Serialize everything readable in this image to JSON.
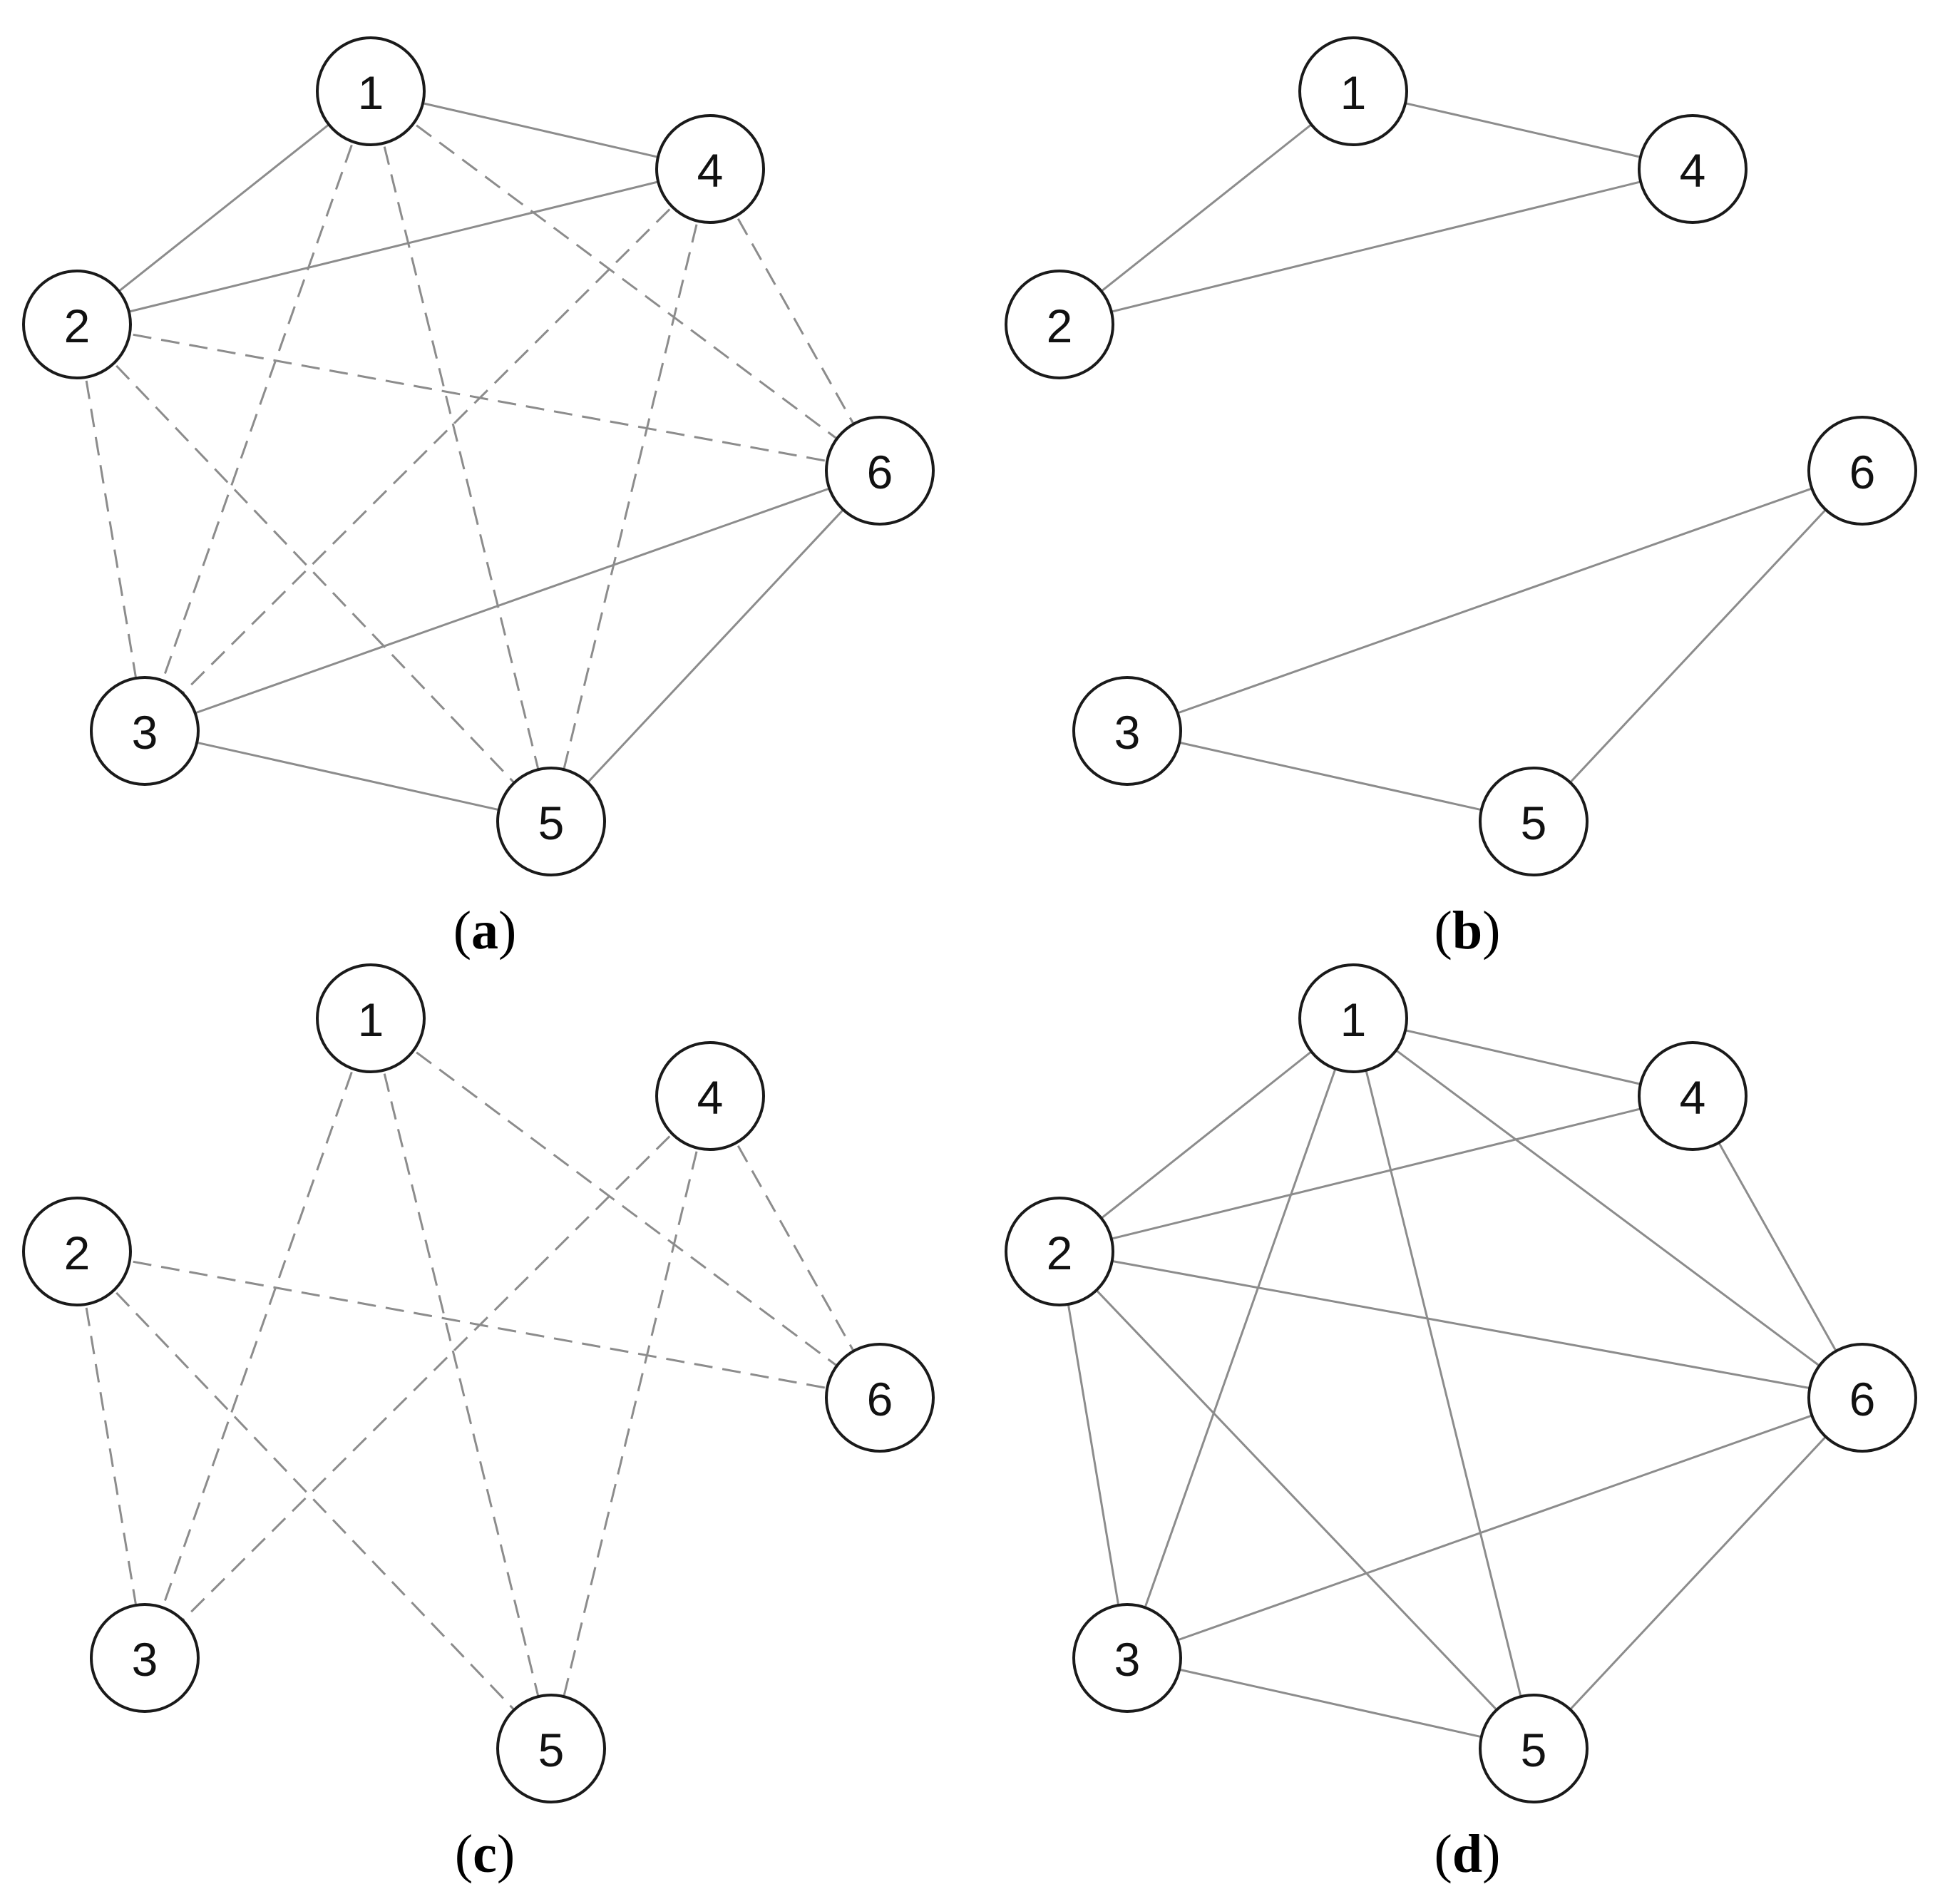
{
  "panels": [
    {
      "caption": "a",
      "nodes": [
        "1",
        "2",
        "3",
        "4",
        "5",
        "6"
      ],
      "edges": [
        {
          "from": "1",
          "to": "2",
          "style": "solid"
        },
        {
          "from": "1",
          "to": "4",
          "style": "solid"
        },
        {
          "from": "2",
          "to": "4",
          "style": "solid"
        },
        {
          "from": "3",
          "to": "5",
          "style": "solid"
        },
        {
          "from": "3",
          "to": "6",
          "style": "solid"
        },
        {
          "from": "5",
          "to": "6",
          "style": "solid"
        },
        {
          "from": "1",
          "to": "3",
          "style": "dashed"
        },
        {
          "from": "1",
          "to": "5",
          "style": "dashed"
        },
        {
          "from": "1",
          "to": "6",
          "style": "dashed"
        },
        {
          "from": "2",
          "to": "3",
          "style": "dashed"
        },
        {
          "from": "2",
          "to": "5",
          "style": "dashed"
        },
        {
          "from": "2",
          "to": "6",
          "style": "dashed"
        },
        {
          "from": "4",
          "to": "3",
          "style": "dashed"
        },
        {
          "from": "4",
          "to": "5",
          "style": "dashed"
        },
        {
          "from": "4",
          "to": "6",
          "style": "dashed"
        }
      ]
    },
    {
      "caption": "b",
      "nodes": [
        "1",
        "2",
        "3",
        "4",
        "5",
        "6"
      ],
      "edges": [
        {
          "from": "1",
          "to": "2",
          "style": "solid"
        },
        {
          "from": "1",
          "to": "4",
          "style": "solid"
        },
        {
          "from": "2",
          "to": "4",
          "style": "solid"
        },
        {
          "from": "3",
          "to": "5",
          "style": "solid"
        },
        {
          "from": "3",
          "to": "6",
          "style": "solid"
        },
        {
          "from": "5",
          "to": "6",
          "style": "solid"
        }
      ]
    },
    {
      "caption": "c",
      "nodes": [
        "1",
        "2",
        "3",
        "4",
        "5",
        "6"
      ],
      "edges": [
        {
          "from": "1",
          "to": "3",
          "style": "dashed"
        },
        {
          "from": "1",
          "to": "5",
          "style": "dashed"
        },
        {
          "from": "1",
          "to": "6",
          "style": "dashed"
        },
        {
          "from": "2",
          "to": "3",
          "style": "dashed"
        },
        {
          "from": "2",
          "to": "5",
          "style": "dashed"
        },
        {
          "from": "2",
          "to": "6",
          "style": "dashed"
        },
        {
          "from": "4",
          "to": "3",
          "style": "dashed"
        },
        {
          "from": "4",
          "to": "5",
          "style": "dashed"
        },
        {
          "from": "4",
          "to": "6",
          "style": "dashed"
        }
      ]
    },
    {
      "caption": "d",
      "nodes": [
        "1",
        "2",
        "3",
        "4",
        "5",
        "6"
      ],
      "edges": [
        {
          "from": "1",
          "to": "2",
          "style": "solid"
        },
        {
          "from": "1",
          "to": "3",
          "style": "solid"
        },
        {
          "from": "1",
          "to": "4",
          "style": "solid"
        },
        {
          "from": "1",
          "to": "5",
          "style": "solid"
        },
        {
          "from": "1",
          "to": "6",
          "style": "solid"
        },
        {
          "from": "2",
          "to": "3",
          "style": "solid"
        },
        {
          "from": "2",
          "to": "4",
          "style": "solid"
        },
        {
          "from": "2",
          "to": "5",
          "style": "solid"
        },
        {
          "from": "2",
          "to": "6",
          "style": "solid"
        },
        {
          "from": "3",
          "to": "5",
          "style": "solid"
        },
        {
          "from": "3",
          "to": "6",
          "style": "solid"
        },
        {
          "from": "4",
          "to": "6",
          "style": "solid"
        },
        {
          "from": "5",
          "to": "6",
          "style": "solid"
        }
      ]
    }
  ]
}
